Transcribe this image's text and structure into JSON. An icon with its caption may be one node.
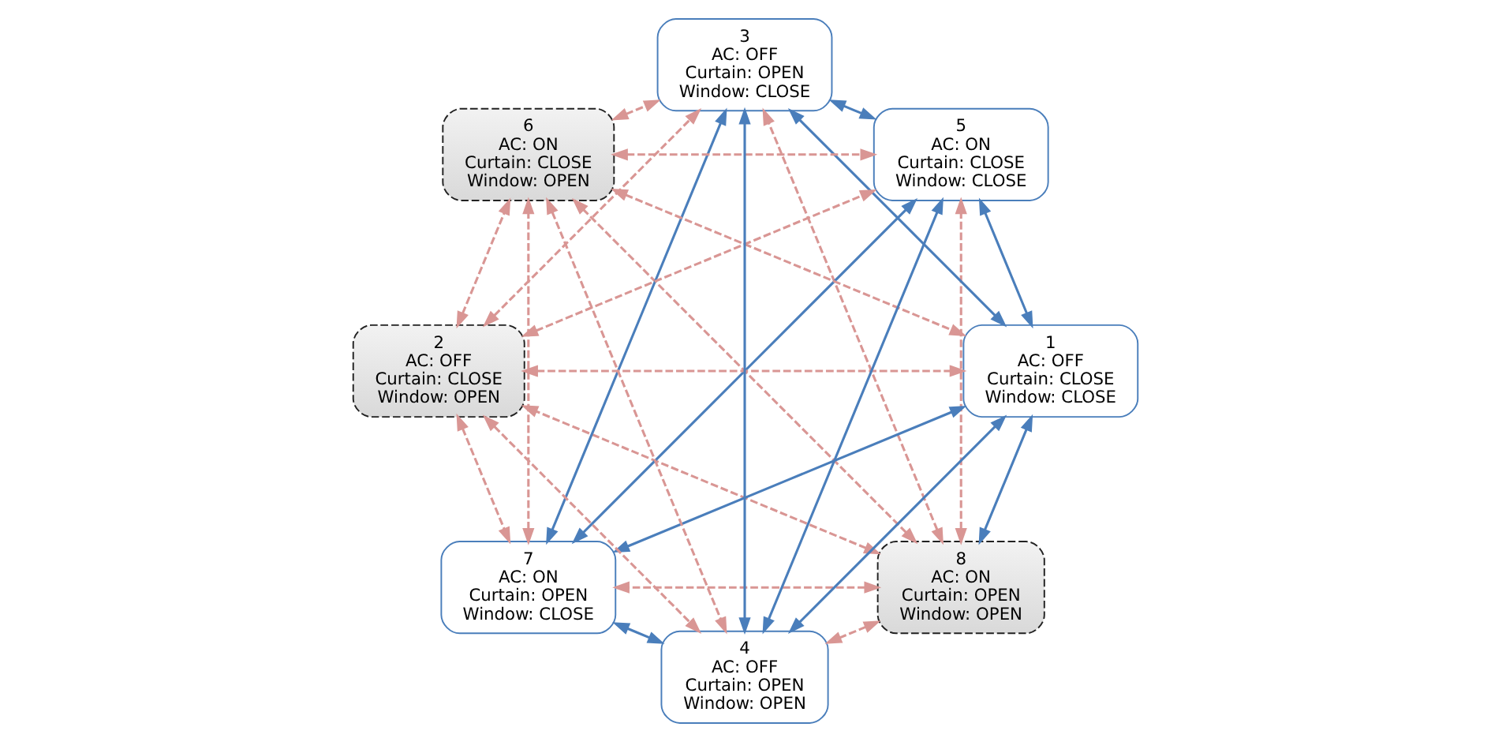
{
  "diagram": {
    "nodes": [
      {
        "text": [
          "8",
          "AC: ON",
          "Curtain: OPEN",
          "Window: OPEN"
        ]
      },
      {
        "text": [
          "1",
          "AC: OFF",
          "Curtain: CLOSE",
          "Window: CLOSE"
        ]
      },
      {
        "text": [
          "7",
          "AC: ON",
          "Curtain: OPEN",
          "Window: CLOSE"
        ]
      },
      {
        "text": [
          "2",
          "AC: OFF",
          "Curtain: CLOSE",
          "Window: OPEN"
        ]
      },
      {
        "text": [
          "6",
          "AC: ON",
          "Curtain: CLOSE",
          "Window: OPEN"
        ]
      },
      {
        "text": [
          "3",
          "AC: OFF",
          "Curtain: OPEN",
          "Window: CLOSE"
        ]
      },
      {
        "text": [
          "5",
          "AC: ON",
          "Curtain: CLOSE",
          "Window: CLOSE"
        ]
      },
      {
        "text": [
          "4",
          "AC: OFF",
          "Curtain: OPEN",
          "Window: OPEN"
        ]
      }
    ],
    "edges": [
      {
        "from": 0,
        "to": 1,
        "arrow": "both",
        "color": "#4a7ebb"
      },
      {
        "from": 6,
        "to": 7,
        "arrow": "both",
        "color": "#4a7ebb"
      },
      {
        "from": 2,
        "to": 1,
        "arrow": "both",
        "color": "#4a7ebb"
      },
      {
        "from": 2,
        "to": 5,
        "arrow": "both",
        "color": "#4a7ebb"
      },
      {
        "from": 2,
        "to": 7,
        "arrow": "both",
        "color": "#4a7ebb"
      },
      {
        "from": 2,
        "to": 6,
        "arrow": "both",
        "color": "#4a7ebb"
      },
      {
        "from": 1,
        "to": 6,
        "arrow": "both",
        "color": "#4a7ebb"
      },
      {
        "from": 1,
        "to": 7,
        "arrow": "both",
        "color": "#4a7ebb"
      },
      {
        "from": 1,
        "to": 5,
        "arrow": "both",
        "color": "#4a7ebb"
      },
      {
        "from": 5,
        "to": 6,
        "arrow": "both",
        "color": "#4a7ebb"
      },
      {
        "from": 5,
        "to": 7,
        "arrow": "both",
        "color": "#4a7ebb"
      },
      {
        "from": 2,
        "to": 4,
        "arrow": "both",
        "style": "dashed",
        "color": "#d99694"
      },
      {
        "from": 3,
        "to": 5,
        "arrow": "both",
        "style": "dashed",
        "color": "#d99694"
      },
      {
        "from": 0,
        "to": 2,
        "arrow": "both",
        "style": "dashed",
        "color": "#d99694"
      },
      {
        "from": 0,
        "to": 3,
        "arrow": "both",
        "style": "dashed",
        "color": "#d99694"
      },
      {
        "from": 0,
        "to": 4,
        "arrow": "both",
        "style": "dashed",
        "color": "#d99694"
      },
      {
        "from": 0,
        "to": 6,
        "arrow": "both",
        "style": "dashed",
        "color": "#d99694"
      },
      {
        "from": 0,
        "to": 7,
        "arrow": "both",
        "style": "dashed",
        "color": "#d99694"
      },
      {
        "from": 0,
        "to": 5,
        "arrow": "both",
        "style": "dashed",
        "color": "#d99694"
      },
      {
        "from": 3,
        "to": 1,
        "arrow": "both",
        "style": "dashed",
        "color": "#d99694"
      },
      {
        "from": 3,
        "to": 2,
        "arrow": "both",
        "style": "dashed",
        "color": "#d99694"
      },
      {
        "from": 3,
        "to": 4,
        "arrow": "both",
        "style": "dashed",
        "color": "#d99694"
      },
      {
        "from": 3,
        "to": 6,
        "arrow": "both",
        "style": "dashed",
        "color": "#d99694"
      },
      {
        "from": 3,
        "to": 7,
        "arrow": "both",
        "style": "dashed",
        "color": "#d99694"
      },
      {
        "from": 4,
        "to": 1,
        "arrow": "both",
        "style": "dashed",
        "color": "#d99694"
      },
      {
        "from": 4,
        "to": 6,
        "arrow": "both",
        "style": "dashed",
        "color": "#d99694"
      },
      {
        "from": 4,
        "to": 7,
        "arrow": "both",
        "style": "dashed",
        "color": "#d99694"
      },
      {
        "from": 4,
        "to": 5,
        "arrow": "both",
        "style": "dashed",
        "color": "#d99694"
      }
    ]
  }
}
